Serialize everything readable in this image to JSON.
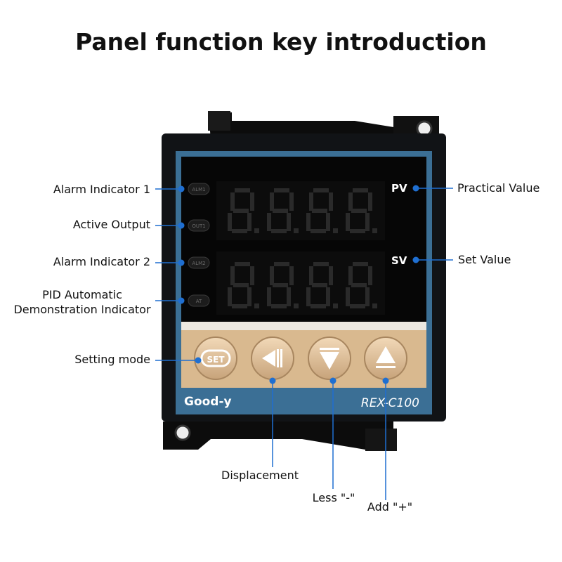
{
  "title": "Panel function key introduction",
  "device": {
    "brand": "Good-y",
    "model": "REX-C100",
    "pv_label": "PV",
    "sv_label": "SV",
    "set_key": "SET",
    "indicators": [
      "ALM1",
      "OUT1",
      "ALM2",
      "AT"
    ],
    "pv_display": "8.8.8.8.",
    "sv_display": "8.8.8.8."
  },
  "callouts": {
    "alarm1": "Alarm Indicator 1",
    "active_output": "Active Output",
    "alarm2": "Alarm Indicator 2",
    "pid_line1": "PID Automatic",
    "pid_line2": "Demonstration Indicator",
    "setting_mode": "Setting mode",
    "practical_value": "Practical Value",
    "set_value": "Set Value",
    "displacement": "Displacement",
    "less": "Less \"-\"",
    "add": "Add \"+\""
  },
  "colors": {
    "callout_blue": "#1f6fd1",
    "bezel": "#101214",
    "frame_blue": "#3b6f95",
    "key_panel": "#d9b98f",
    "segment_off": "#2a2a2a"
  }
}
